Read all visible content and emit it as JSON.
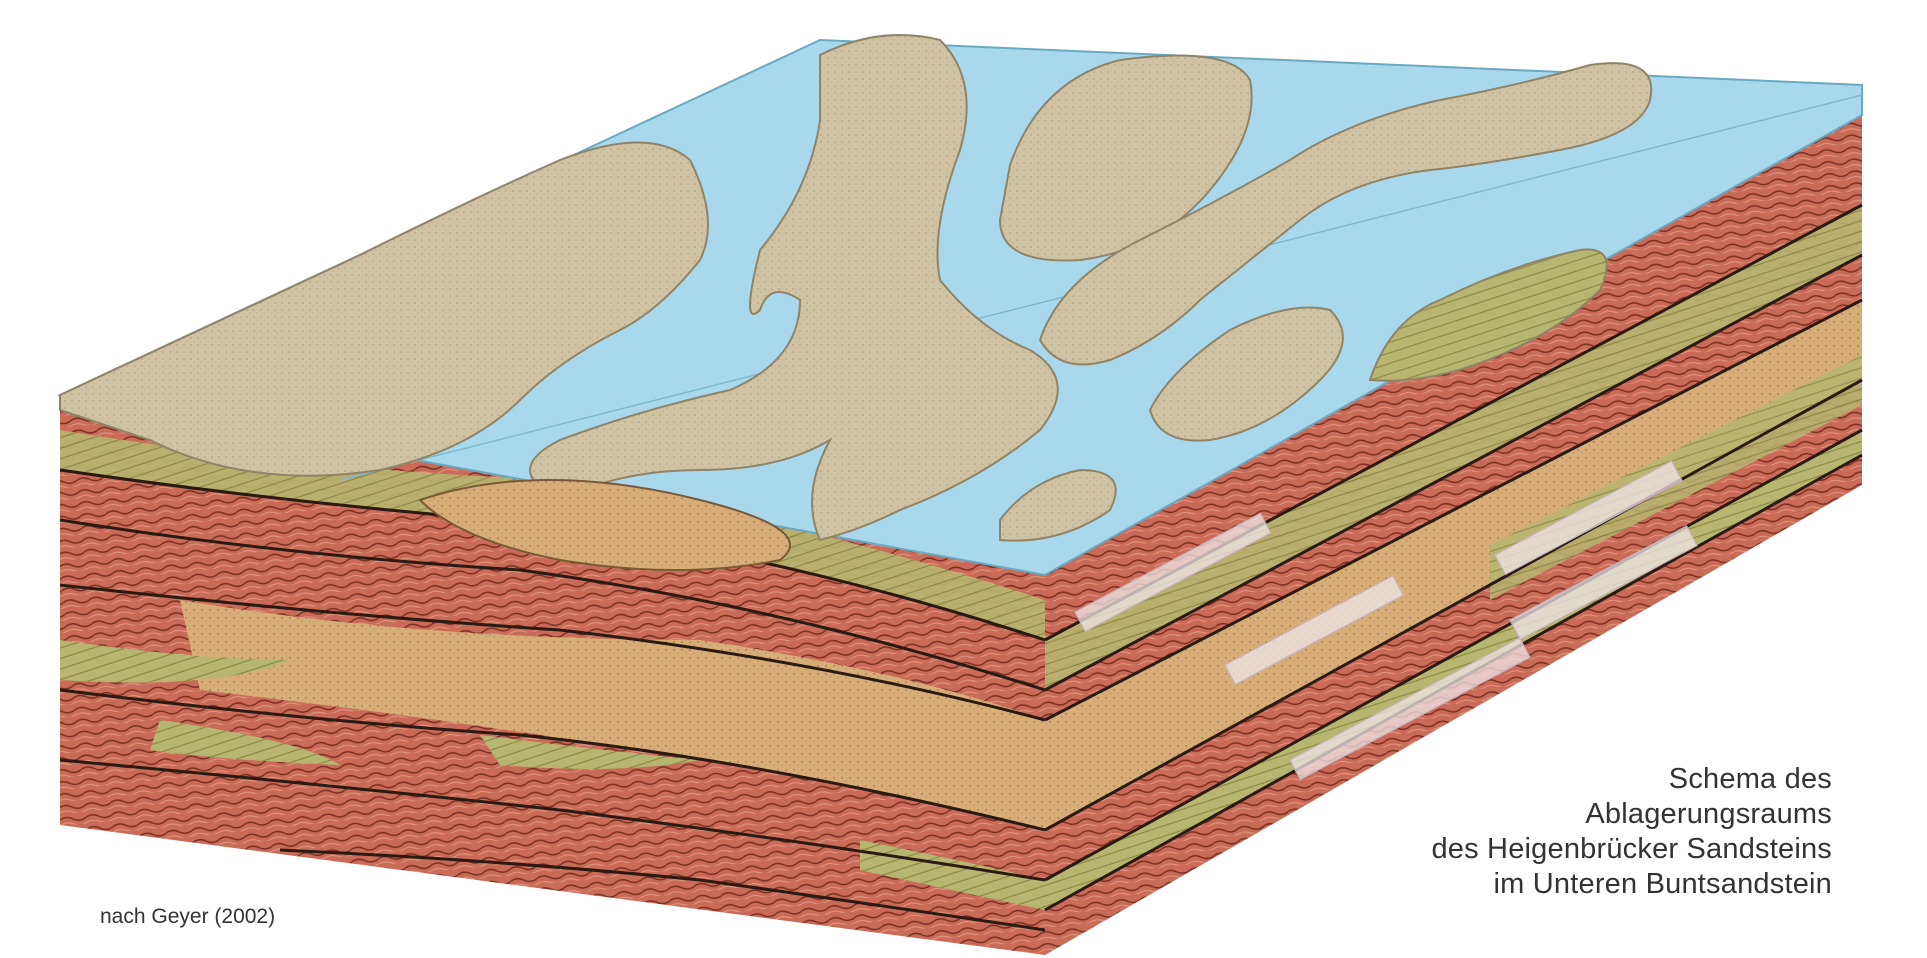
{
  "caption": {
    "lines": [
      "Schema des",
      "Ablagerungsraums",
      "des Heigenbrücker Sandsteins",
      "im Unteren Buntsandstein"
    ]
  },
  "credit": "nach Geyer (2002)",
  "colors": {
    "water": "#a9d8ec",
    "sand_bar": "#cfc3a3",
    "sand_bar_outline": "#8f8468",
    "red_mudstone": "#c96b58",
    "olive_silt": "#b7b670",
    "tan_sandstone": "#d8ae78",
    "bedding_line": "#2a1a12"
  },
  "icons": {
    "block_diagram": "block-diagram-icon"
  }
}
